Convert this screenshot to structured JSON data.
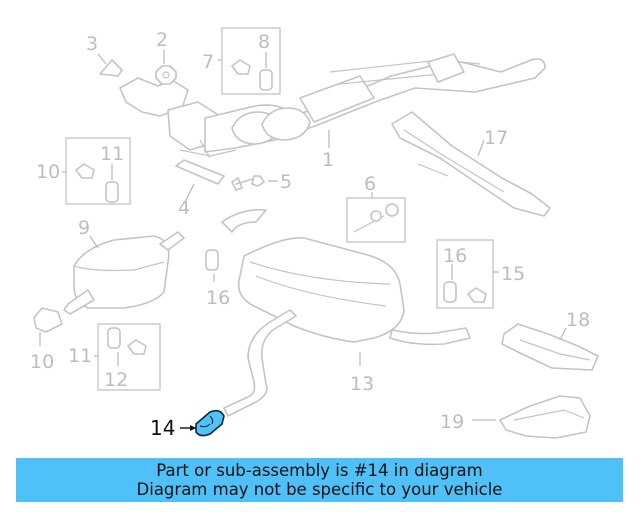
{
  "callouts": {
    "c1": "1",
    "c2": "2",
    "c3": "3",
    "c4": "4",
    "c5": "5",
    "c6": "6",
    "c7": "7",
    "c8": "8",
    "c9": "9",
    "c10a": "10",
    "c10b": "10",
    "c11a": "11",
    "c11b": "11",
    "c12": "12",
    "c13": "13",
    "c14": "14",
    "c15": "15",
    "c16a": "16",
    "c16b": "16",
    "c17": "17",
    "c18": "18",
    "c19": "19"
  },
  "highlight": {
    "part_number": "14",
    "color": "#4fc3f7"
  },
  "banner": {
    "line1": "Part or sub-assembly is #14 in diagram",
    "line2": "Diagram may not be specific to your vehicle",
    "background": "#4fc0f8"
  }
}
